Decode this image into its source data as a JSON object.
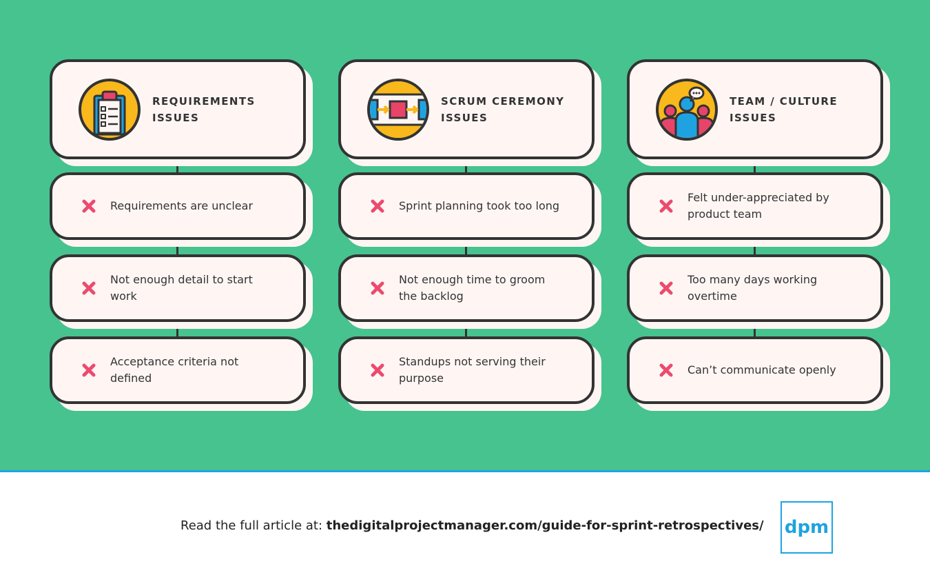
{
  "columns": [
    {
      "title": "REQUIREMENTS\nISSUES",
      "icon": "clipboard-icon",
      "items": [
        "Requirements are unclear",
        "Not enough detail to start work",
        "Acceptance criteria not defined"
      ]
    },
    {
      "title": "SCRUM CEREMONY\nISSUES",
      "icon": "process-flow-icon",
      "items": [
        "Sprint planning took too long",
        "Not enough time to groom the backlog",
        "Standups not serving their purpose"
      ]
    },
    {
      "title": "TEAM / CULTURE\nISSUES",
      "icon": "team-icon",
      "items": [
        "Felt under-appreciated by product team",
        "Too many days working overtime",
        "Can’t communicate openly"
      ]
    }
  ],
  "footer": {
    "prefix": "Read the full article at: ",
    "url": "thedigitalprojectmanager.com/guide-for-sprint-retrospectives/"
  },
  "logo": {
    "text": "dpm"
  },
  "colors": {
    "background": "#46c38f",
    "card": "#fff6f4",
    "outline": "#333333",
    "accent_blue": "#1fa3e0",
    "x_mark": "#ec4a6e",
    "icon_yellow": "#f9b81b",
    "icon_pink": "#e8446a"
  }
}
